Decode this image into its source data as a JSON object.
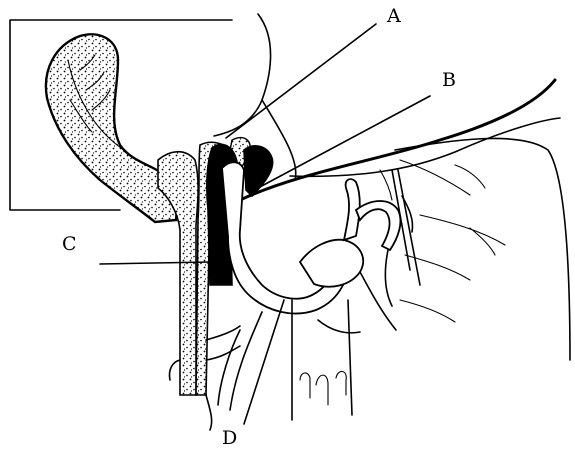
{
  "labels": {
    "a": "A",
    "b": "B",
    "c": "C",
    "d": "D"
  },
  "colors": {
    "ink": "#000000",
    "paper": "#ffffff"
  }
}
